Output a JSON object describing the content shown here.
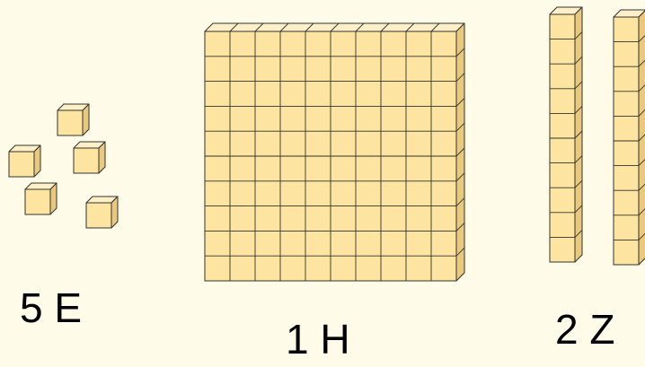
{
  "colors": {
    "background": "#fefbe8",
    "cube_front": "#fde4a0",
    "cube_top": "#fdf0c8",
    "cube_side": "#e9c97e",
    "outline": "#33332e"
  },
  "groups": [
    {
      "id": "ones",
      "count": 5,
      "unit_value": 1,
      "label": "5 E"
    },
    {
      "id": "hundreds",
      "count": 1,
      "unit_value": 100,
      "label": "1 H"
    },
    {
      "id": "tens",
      "count": 2,
      "unit_value": 10,
      "label": "2 Z"
    }
  ]
}
